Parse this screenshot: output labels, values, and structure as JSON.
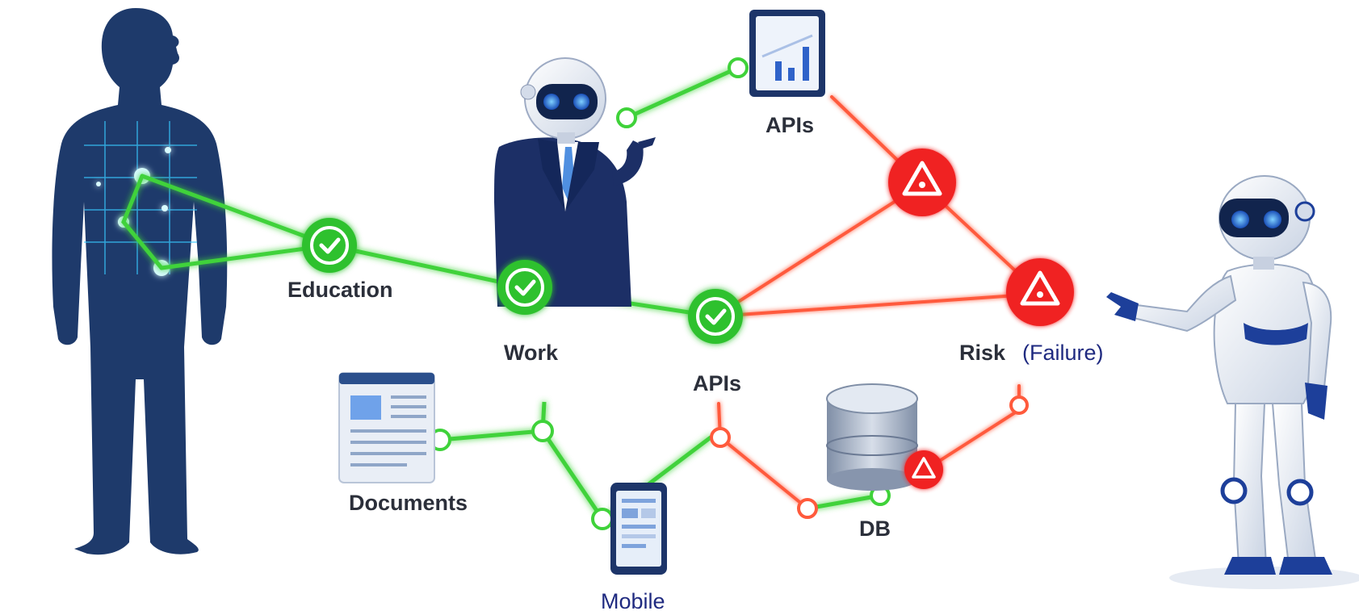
{
  "labels": {
    "education": "Education",
    "work": "Work",
    "apis_top": "APIs",
    "apis_mid": "APIs",
    "risk": "Risk",
    "failure": "(Failure)",
    "documents": "Documents",
    "db": "DB",
    "mobile": "Mobile"
  },
  "colors": {
    "success_link": "#3fd23a",
    "risk_link": "#ff5a3c",
    "node_check": "#2ec12e",
    "node_warning": "#f02424",
    "silhouette": "#1e3a6b",
    "robot_accent": "#1d3f9a",
    "label_text": "#2b2f3a",
    "label_blue": "#1f2a80"
  },
  "icons": {
    "check_node": "check-circle-icon",
    "warning_node": "warning-triangle-icon",
    "tablet": "tablet-chart-icon",
    "document": "document-icon",
    "mobile": "smartphone-icon",
    "database": "database-icon"
  }
}
